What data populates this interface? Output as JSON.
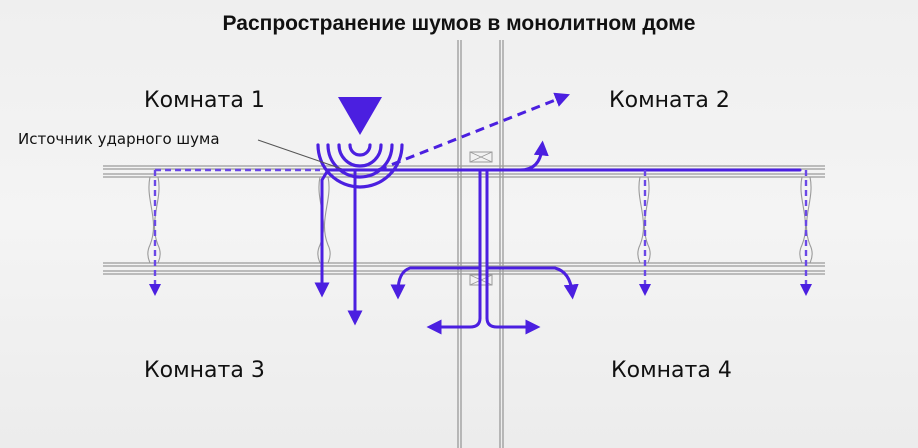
{
  "title": "Распространение шумов в монолитном доме",
  "labels": {
    "room1": "Комната 1",
    "room2": "Комната 2",
    "room3": "Комната 3",
    "room4": "Комната 4",
    "source": "Источник ударного шума"
  },
  "colors": {
    "path": "#4b1fe0",
    "path_light": "#8a78e8",
    "slab": "#9a9a9a",
    "background": "#efefef"
  },
  "icons": {
    "source": "impact-noise-triangle-icon",
    "waves": "sound-wave-arcs-icon"
  }
}
